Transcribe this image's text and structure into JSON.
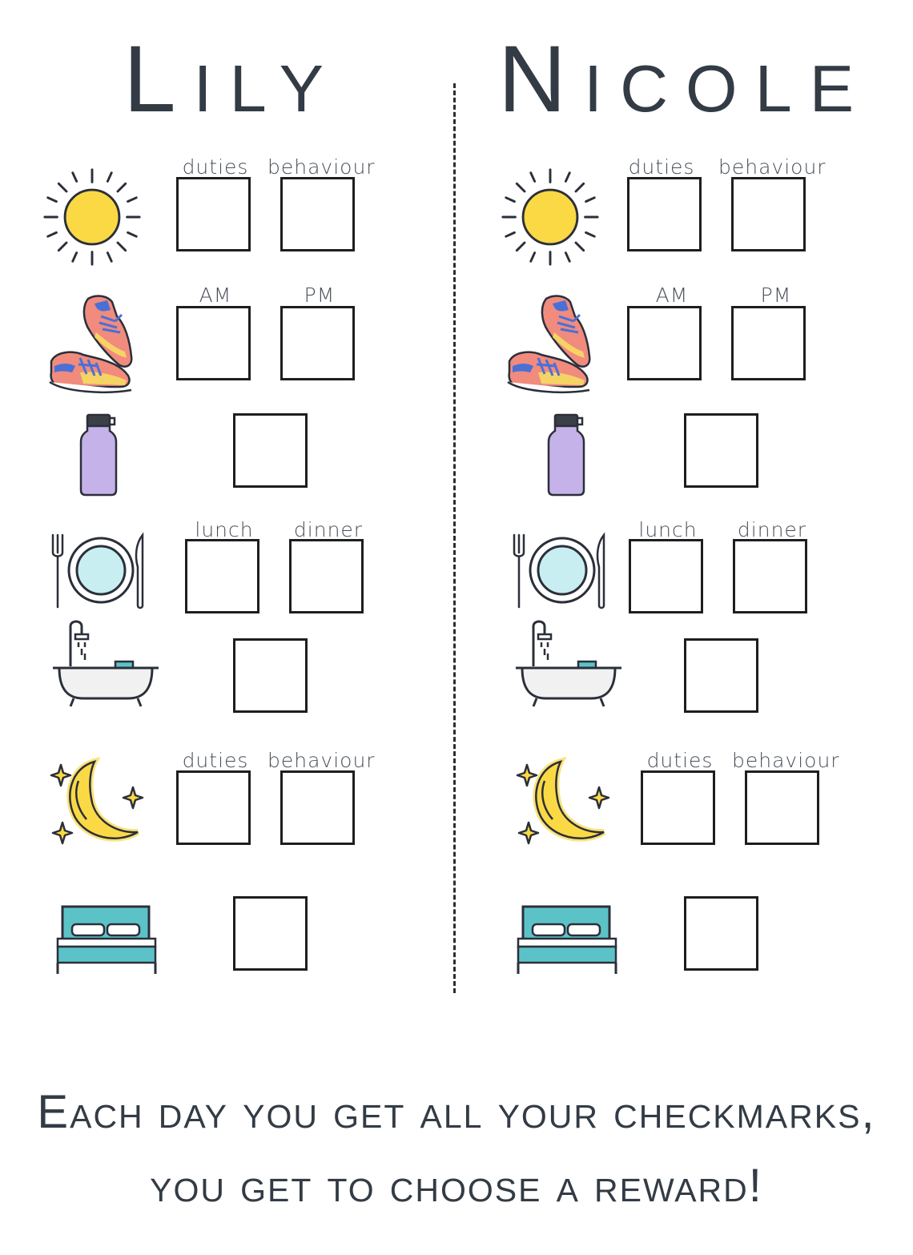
{
  "charts": [
    {
      "name": "Lily",
      "rows": {
        "sun": [
          "duties",
          "behaviour"
        ],
        "shoes": [
          "AM",
          "PM"
        ],
        "plate": [
          "lunch",
          "dinner"
        ],
        "moon": [
          "duties",
          "behaviour"
        ]
      }
    },
    {
      "name": "Nicole",
      "rows": {
        "sun": [
          "duties",
          "behaviour"
        ],
        "shoes": [
          "AM",
          "PM"
        ],
        "plate": [
          "lunch",
          "dinner"
        ],
        "moon": [
          "duties",
          "behaviour"
        ]
      }
    }
  ],
  "icons": [
    "sun-icon",
    "sneakers-icon",
    "water-bottle-icon",
    "plate-cutlery-icon",
    "bathtub-icon",
    "moon-stars-icon",
    "bed-icon"
  ],
  "colors": {
    "sun": "#FBD944",
    "bottle": "#C4B2E8",
    "plate": "#C8EEF1",
    "bed": "#5BC3C8",
    "moon": "#FBD944",
    "shoe_pink": "#F08B7E",
    "shoe_blue": "#4A70D6",
    "text": "#333B45"
  },
  "footer": {
    "line1": "Each day you get all your checkmarks,",
    "line2": "you get to choose a reward!"
  }
}
